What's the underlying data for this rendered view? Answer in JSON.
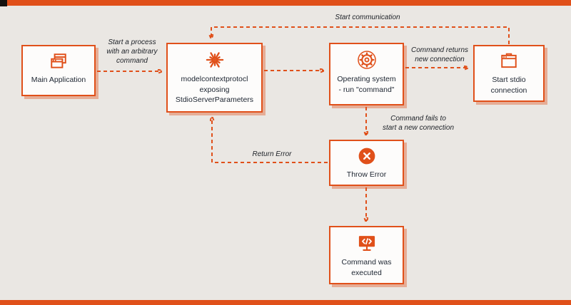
{
  "colors": {
    "accent": "#e0501a",
    "background": "#eae7e3",
    "box_fill": "#fdfcfb",
    "text": "#1c2430",
    "edge_label": "#20242a"
  },
  "diagram": {
    "nodes": [
      {
        "id": "main-application",
        "icon": "app-windows-icon",
        "label": "Main Application"
      },
      {
        "id": "mcp-server",
        "icon": "burst-icon",
        "label": "modelcontextprotocl\nexposing\nStdioServerParameters"
      },
      {
        "id": "operating-system",
        "icon": "gear-icon",
        "label": "Operating system\n- run \"command\""
      },
      {
        "id": "start-stdio",
        "icon": "window-icon",
        "label": "Start stdio\nconnection"
      },
      {
        "id": "throw-error",
        "icon": "error-circle-icon",
        "label": "Throw Error"
      },
      {
        "id": "command-executed",
        "icon": "monitor-code-icon",
        "label": "Command was\nexecuted"
      }
    ],
    "edge_labels": {
      "start_process": "Start a process\nwith an arbitrary\ncommand",
      "start_communication": "Start communication",
      "command_returns": "Command returns\nnew connection",
      "command_fails": "Command fails to\nstart a new connection",
      "return_error": "Return Error"
    }
  }
}
